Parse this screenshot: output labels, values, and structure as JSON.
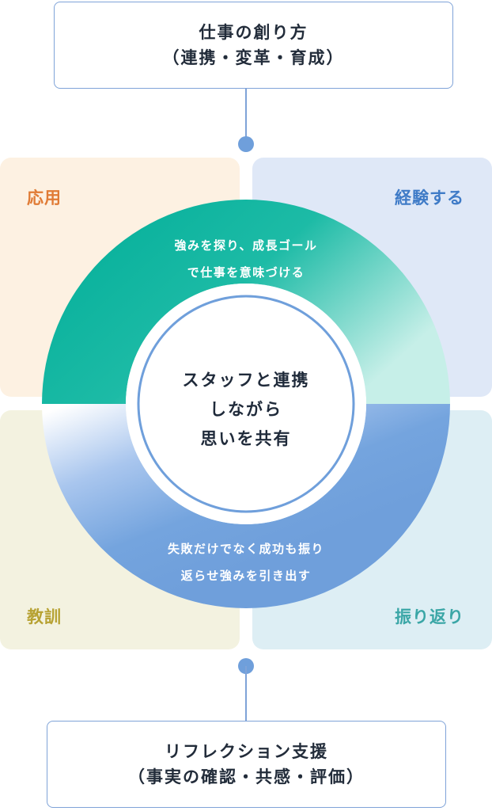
{
  "top_box": {
    "line1": "仕事の創り方",
    "line2": "（連携・変革・育成）"
  },
  "bottom_box": {
    "line1": "リフレクション支援",
    "line2": "（事実の確認・共感・評価）"
  },
  "quadrants": {
    "top_left": "応用",
    "top_right": "経験する",
    "bottom_left": "教訓",
    "bottom_right": "振り返り"
  },
  "ring": {
    "upper_line1": "強みを探り、成長ゴール",
    "upper_line2": "で仕事を意味づける",
    "lower_line1": "失敗だけでなく成功も振り",
    "lower_line2": "返らせ強みを引き出す"
  },
  "center": {
    "line1": "スタッフと連携",
    "line2": "しながら",
    "line3": "思いを共有"
  },
  "colors": {
    "green": "#0fb39d",
    "blue": "#6f9fdb",
    "border": "#7fa3d8",
    "orange_bg": "#fdf1e2",
    "blue_bg": "#dfe8f7",
    "olive_bg": "#f3f2e0",
    "teal_bg": "#ddeef4"
  }
}
